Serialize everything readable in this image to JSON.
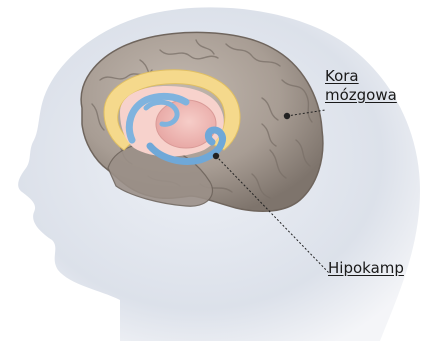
{
  "labels": {
    "cortex": {
      "line1": "Kora",
      "line2": "mózgowa"
    },
    "hippocampus": "Hipokamp"
  },
  "structures": {
    "head": "head-silhouette",
    "brain": "cerebral-cortex",
    "limbic": [
      "cingulate-gyrus",
      "fornix",
      "thalamus",
      "hippocampus"
    ]
  },
  "colors": {
    "background": "#ffffff",
    "head": "#dfe3ec",
    "brain": "#a89d94",
    "brain_dark": "#6f655d",
    "cingulate": "#f5d98c",
    "thalamus": "#f0b9b4",
    "fornix": "#7fb3de",
    "leader_line": "#222222"
  }
}
